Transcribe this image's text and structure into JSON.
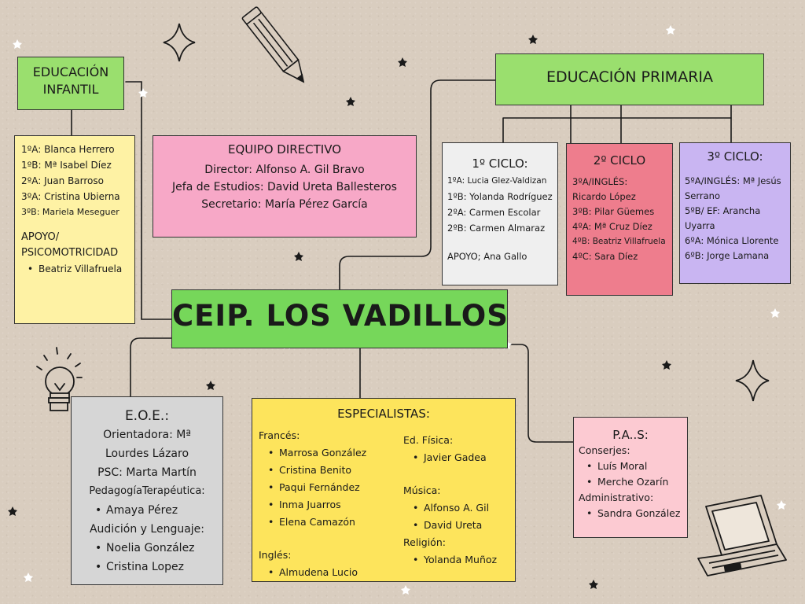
{
  "center": {
    "title": "CEIP. LOS VADILLOS"
  },
  "infantil": {
    "title_line1": "EDUCACIÓN",
    "title_line2": "INFANTIL",
    "entries": [
      "1ºA: Blanca Herrero",
      "1ºB:  Mª Isabel Díez",
      "2ºA: Juan Barroso",
      "3ºA: Cristina Ubierna",
      "3ºB: Mariela Meseguer"
    ],
    "apoyo_line1": "APOYO/",
    "apoyo_line2": "PSICOMOTRICIDAD",
    "apoyo_items": [
      "Beatriz Villafruela"
    ]
  },
  "directivo": {
    "title": "EQUIPO DIRECTIVO",
    "lines": [
      "Director: Alfonso A. Gil Bravo",
      "Jefa de Estudios: David Ureta Ballesteros",
      "Secretario: María Pérez García"
    ]
  },
  "primaria": {
    "title": "EDUCACIÓN PRIMARIA",
    "ciclo1": {
      "title": "1º CICLO:",
      "entries": [
        "1ºA: Lucia Glez-Valdizan",
        "1ºB: Yolanda Rodríguez",
        "2ºA: Carmen Escolar",
        "2ºB: Carmen Almaraz"
      ],
      "apoyo": "APOYO; Ana Gallo"
    },
    "ciclo2": {
      "title": "2º CICLO",
      "entries": [
        "3ºA/INGLÉS:",
        "Ricardo López",
        "3ºB: Pilar Güemes",
        "4ºA: Mª Cruz Díez",
        "4ºB: Beatriz Villafruela",
        "4ºC: Sara Díez"
      ]
    },
    "ciclo3": {
      "title": "3º CICLO:",
      "entries": [
        "5ºA/INGLÉS: Mª Jesús",
        "Serrano",
        "5ºB/ EF: Arancha",
        "Uyarra",
        "6ºA: Mónica Llorente",
        "6ºB: Jorge Lamana"
      ]
    }
  },
  "eoe": {
    "title": "E.O.E.:",
    "orientadora_line1": "Orientadora: Mª",
    "orientadora_line2": "Lourdes Lázaro",
    "psc": "PSC: Marta Martín",
    "pt_label": "PedagogíaTerapéutica:",
    "pt_items": [
      "Amaya Pérez"
    ],
    "al_label": "Audición y Lenguaje:",
    "al_items": [
      "Noelia González",
      "Cristina Lopez"
    ]
  },
  "especialistas": {
    "title": "ESPECIALISTAS:",
    "frances_label": "Francés:",
    "frances": [
      "Marrosa González",
      "Cristina Benito",
      "Paqui Fernández",
      "Inma Juarros",
      "Elena Camazón"
    ],
    "ingles_label": "Inglés:",
    "ingles": [
      "Almudena Lucio"
    ],
    "ef_label": "Ed. Física:",
    "ef": [
      "Javier Gadea"
    ],
    "musica_label": "Música:",
    "musica": [
      "Alfonso A. Gil",
      "David Ureta"
    ],
    "religion_label": "Religión:",
    "religion": [
      "Yolanda Muñoz"
    ]
  },
  "pas": {
    "title": "P.A..S:",
    "conserjes_label": "Conserjes:",
    "conserjes": [
      "Luís Moral",
      "Merche Ozarín"
    ],
    "admin_label": "Administrativo:",
    "admin": [
      "Sandra González"
    ]
  },
  "colors": {
    "green_title": "#9adf6e",
    "green_center": "#76d75a",
    "yellow_light": "#fef2a4",
    "pink": "#f7a8c7",
    "grey_light": "#efefef",
    "red": "#ee7d8d",
    "lavender": "#c9b5f2",
    "grey": "#d6d6d6",
    "yellow": "#fde45c",
    "pink_light": "#fccad2"
  },
  "decorations": [
    "pencil-icon",
    "lightbulb-icon",
    "laptop-icon",
    "sparkle-icon",
    "star-icon"
  ]
}
